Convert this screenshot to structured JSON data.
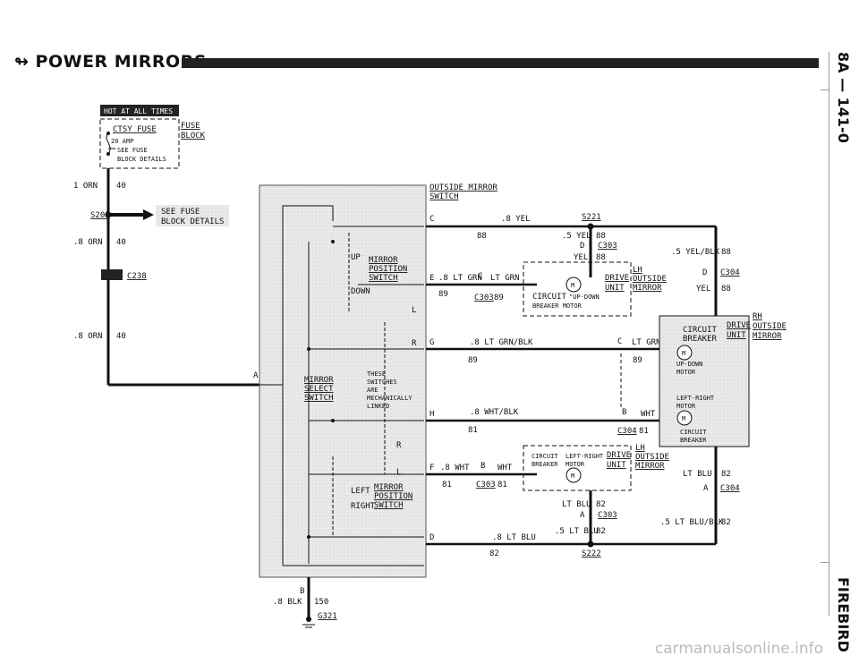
{
  "header": {
    "title": "POWER MIRRORS",
    "page_code": "8A — 141-0",
    "footer_label": "FIREBIRD"
  },
  "watermark": "carmanualsonline.info",
  "fuse": {
    "hot_label": "HOT AT ALL TIMES",
    "name": "CTSY FUSE",
    "amp": "20 AMP",
    "note": "SEE FUSE",
    "note2": "BLOCK DETAILS",
    "block_label": "FUSE",
    "block_label2": "BLOCK"
  },
  "left_feed": {
    "w1": "1 ORN",
    "c1": "40",
    "s203": "S203",
    "see_fuse": "SEE FUSE",
    "see_fuse2": "BLOCK DETAILS",
    "w2": ".8 ORN",
    "c2": "40",
    "c238": "C238",
    "w3": ".8 ORN",
    "c3": "40"
  },
  "switch": {
    "title": "OUTSIDE MIRROR",
    "title2": "SWITCH",
    "up": "UP",
    "down": "DOWN",
    "mirror_pos": "MIRROR",
    "mirror_pos2": "POSITION",
    "mirror_pos3": "SWITCH",
    "mirror_sel": "MIRROR",
    "mirror_sel2": "SELECT",
    "mirror_sel3": "SWITCH",
    "linked": "THESE",
    "linked2": "SWITCHES",
    "linked3": "ARE",
    "linked4": "MECHANICALLY",
    "linked5": "LINKED",
    "left": "LEFT",
    "right": "RIGHT",
    "mirror_pos_b": "MIRROR",
    "mirror_pos_b2": "POSITION",
    "mirror_pos_b3": "SWITCH",
    "l_top": "L",
    "r_top": "R",
    "r_bot": "R",
    "l_bot": "L",
    "a": "A",
    "c": "C",
    "e": "E",
    "g": "G",
    "h": "H",
    "f": "F",
    "d": "D",
    "b": "B"
  },
  "wires": {
    "c_wire": ".8 YEL",
    "c_circ": "88",
    "s221": "S221",
    "yel5": ".5 YEL",
    "c88a": "88",
    "d1": "D",
    "c303a": "C303",
    "yel": "YEL",
    "c88b": "88",
    "yelblk": ".5 YEL/BLK",
    "c88c": "88",
    "d2": "D",
    "c304a": "C304",
    "yel2": "YEL",
    "c88d": "88",
    "e_wire": ".8 LT GRN",
    "e_c": "C",
    "e_wire2": "LT GRN",
    "e_circ": "89",
    "c303b": "C303",
    "e_circ2": "89",
    "g_wire": ".8 LT GRN/BLK",
    "g_circ": "89",
    "g_c": "C",
    "g_wire2": "LT GRN",
    "g_circ2": "89",
    "h_wire": ".8 WHT/BLK",
    "h_circ": "81",
    "h_b": "B",
    "h_wire2": "WHT",
    "c304b": "C304",
    "h_circ2": "81",
    "f_wire": ".8 WHT",
    "f_b": "B",
    "f_wire2": "WHT",
    "f_circ": "81",
    "c303c": "C303",
    "f_circ2": "81",
    "ltblu": "LT BLU",
    "c82a": "82",
    "a1": "A",
    "c303d": "C303",
    "ltblu5": ".5 LT BLU",
    "c82b": "82",
    "ltblu_r": "LT BLU",
    "c82c": "82",
    "a2": "A",
    "c304c": "C304",
    "ltblublk": ".5 LT BLU/BLK",
    "c82d": "82",
    "d_wire": ".8 LT BLU",
    "d_circ": "82",
    "s222": "S222",
    "gnd_b": "B",
    "gnd_wire": ".8 BLK",
    "gnd_circ": "150",
    "g321": "G321"
  },
  "lh_unit": {
    "drive": "DRIVE",
    "unit": "UNIT",
    "lh": "LH",
    "outside": "OUTSIDE",
    "mirror": "MIRROR",
    "circuit": "CIRCUIT",
    "updown": "\"UP-DOWN",
    "breaker": "BREAKER MOTOR",
    "drive2": "DRIVE",
    "unit2": "UNIT",
    "lh2": "LH",
    "outside2": "OUTSIDE",
    "mirror2": "MIRROR",
    "circuit2": "CIRCUIT",
    "leftright": "LEFT-RIGHT",
    "breaker2": "BREAKER",
    "motor2": "MOTOR"
  },
  "rh_unit": {
    "circuit": "CIRCUIT",
    "breaker": "BREAKER",
    "drive": "DRIVE",
    "unit": "UNIT",
    "rh": "RH",
    "outside": "OUTSIDE",
    "mirror": "MIRROR",
    "updown": "UP-DOWN",
    "motor": "MOTOR",
    "leftright": "LEFT-RIGHT",
    "motor2": "MOTOR",
    "circuit2": "CIRCUIT",
    "breaker2": "BREAKER",
    "m": "M"
  },
  "motor_label": "M"
}
